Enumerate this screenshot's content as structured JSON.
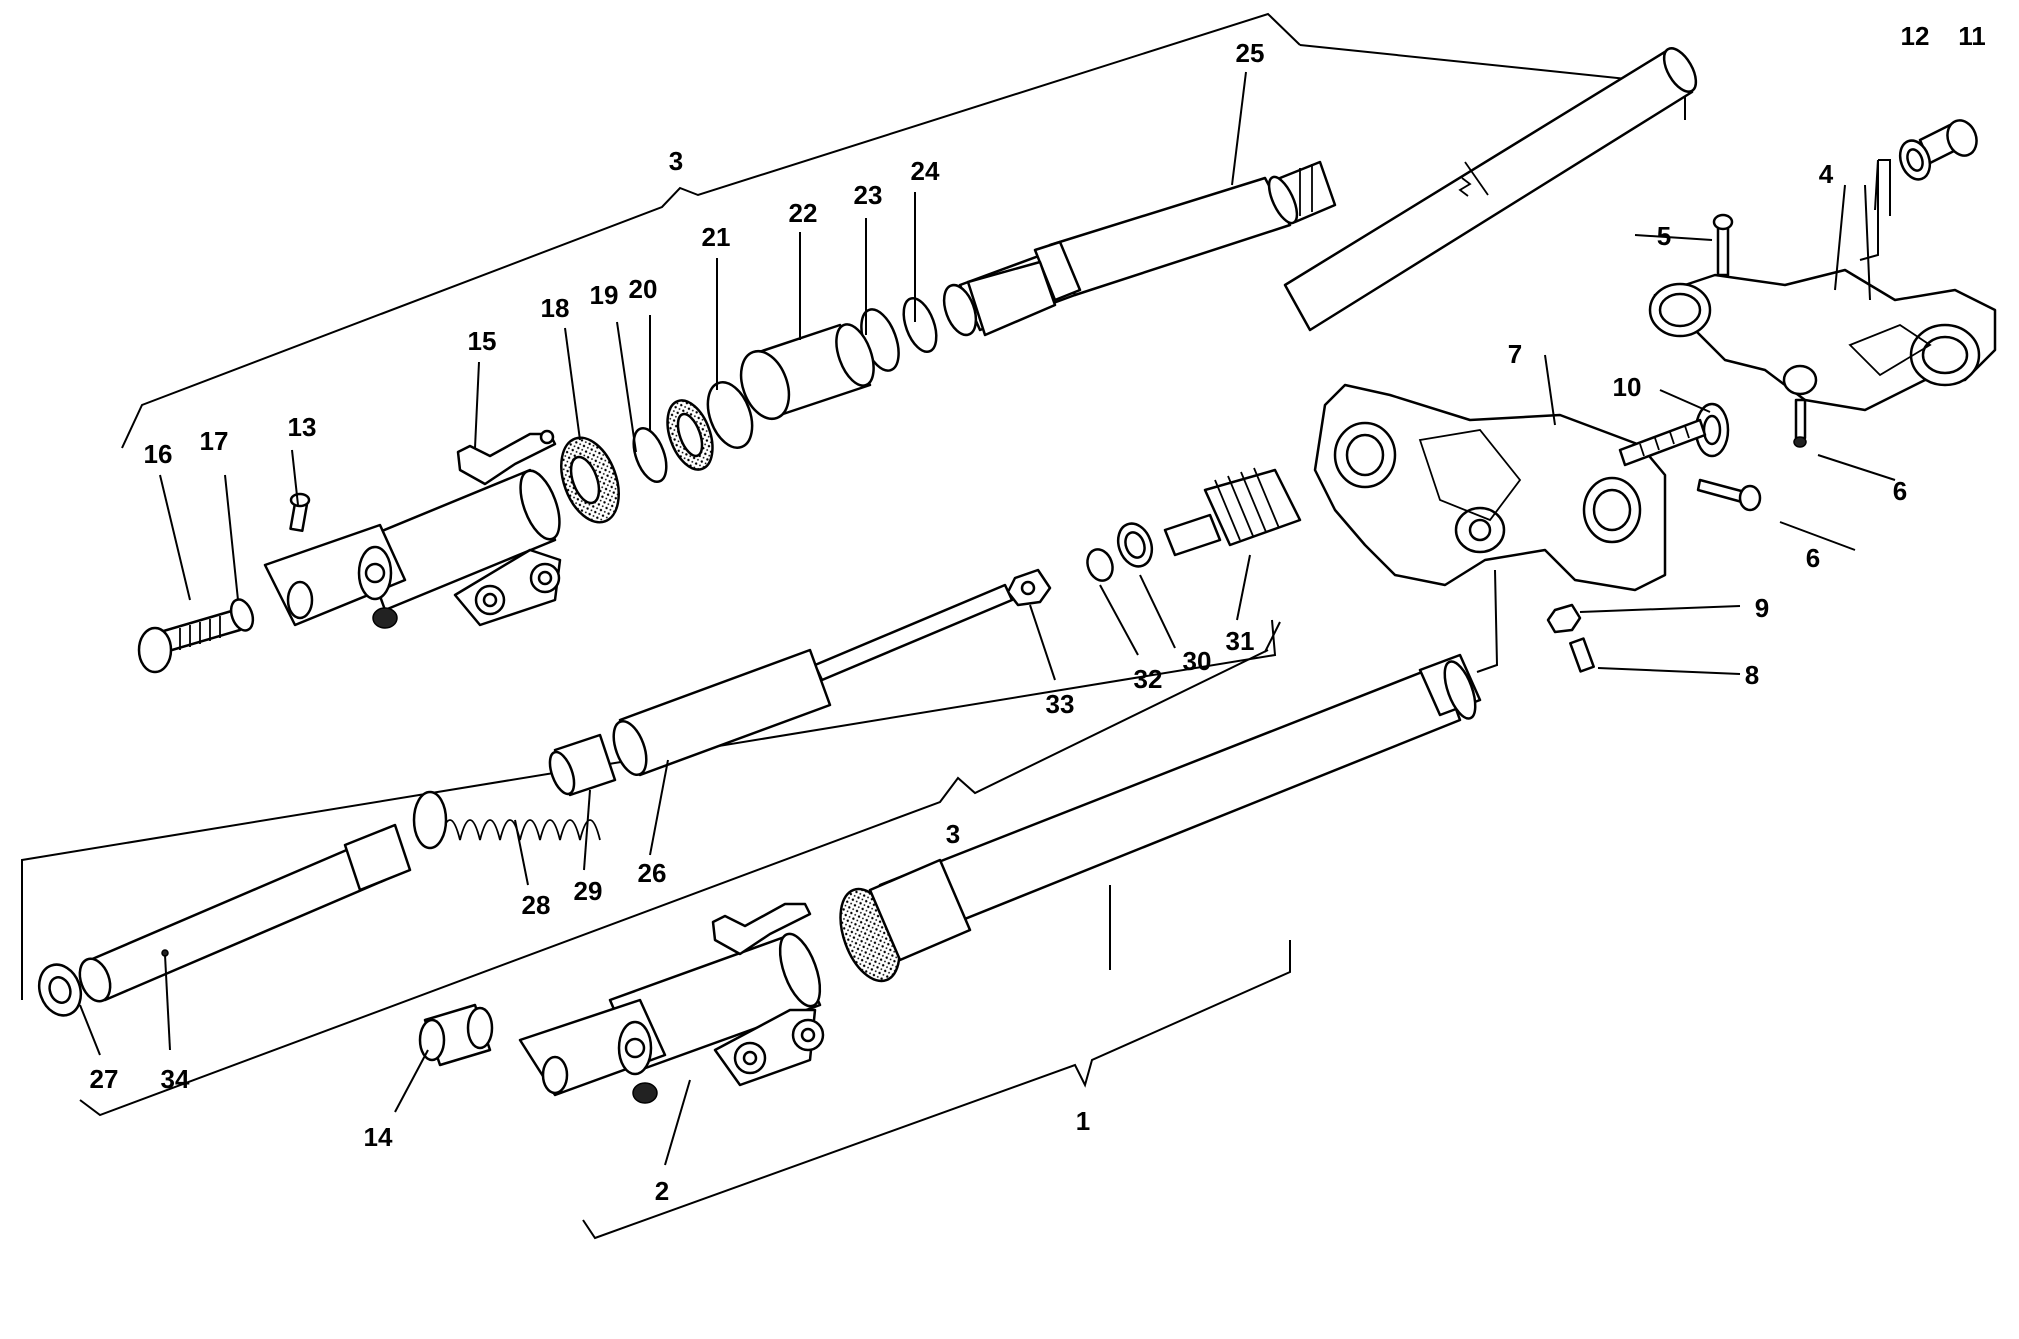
{
  "colors": {
    "ink": "#000000",
    "paper": "#ffffff"
  },
  "labels": {
    "l1": "1",
    "l2": "2",
    "l3a": "3",
    "l3b": "3",
    "l4": "4",
    "l5": "5",
    "l6a": "6",
    "l6b": "6",
    "l7": "7",
    "l8": "8",
    "l9": "9",
    "l10": "10",
    "l11": "11",
    "l12": "12",
    "l13": "13",
    "l14": "14",
    "l15": "15",
    "l16": "16",
    "l17": "17",
    "l18": "18",
    "l19": "19",
    "l20": "20",
    "l21": "21",
    "l22": "22",
    "l23": "23",
    "l24": "24",
    "l25": "25",
    "l26": "26",
    "l27": "27",
    "l28": "28",
    "l29": "29",
    "l30": "30",
    "l31": "31",
    "l32": "32",
    "l33": "33",
    "l34": "34"
  }
}
